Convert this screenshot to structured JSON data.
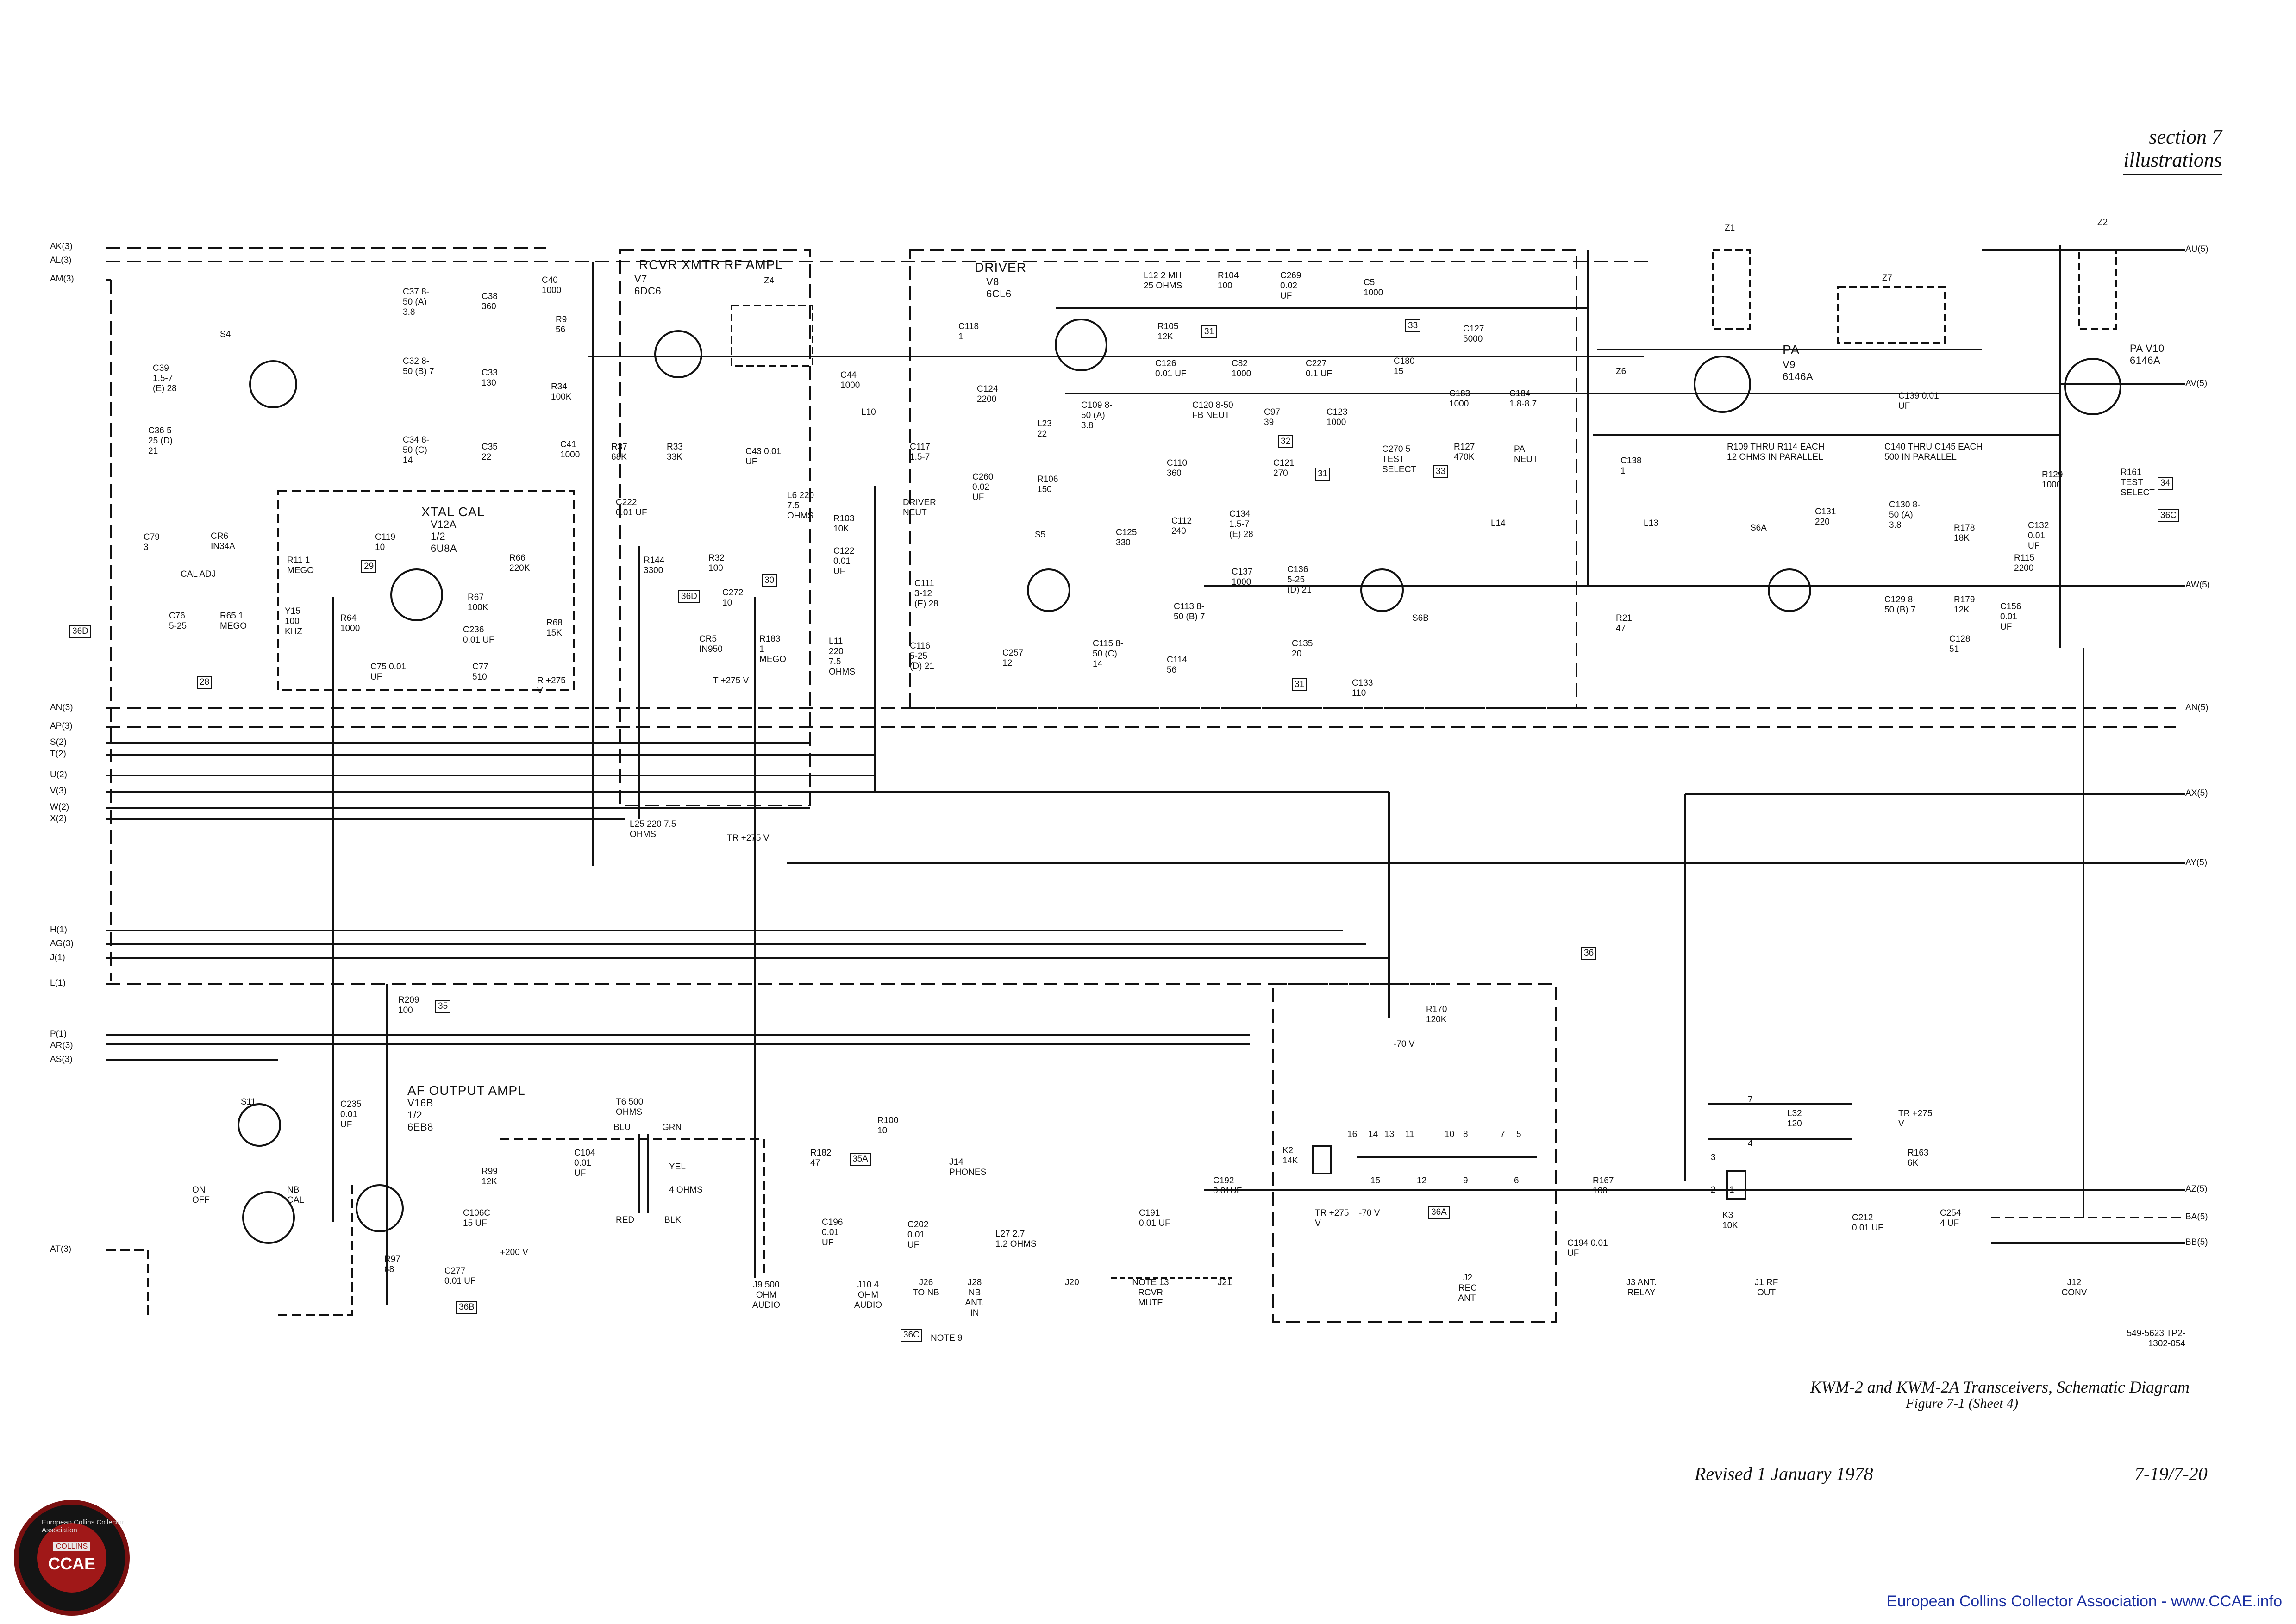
{
  "header": {
    "section": "section 7",
    "title": "illustrations"
  },
  "blocks": {
    "rcvr_xmtr": "RCVR XMTR RF AMPL",
    "driver": "DRIVER",
    "xtal_cal": "XTAL CAL",
    "af_output": "AF OUTPUT AMPL",
    "pa": "PA"
  },
  "tubes": {
    "v7": "V7 6DC6",
    "v8": "V8 6CL6",
    "v9": "V9 6146A",
    "v10": "PA V10 6146A",
    "v12a": "V12A 1/2 6U8A",
    "v16b": "V16B 1/2 6EB8"
  },
  "components": {
    "c37": "C37 8-50 (A) 3.8",
    "c38": "C38 360",
    "c32": "C32 8-50 (B) 7",
    "c33": "C33 130",
    "c34": "C34 8-50 (C) 14",
    "c35": "C35 22",
    "c39": "C39 1.5-7 (E) 28",
    "c36": "C36 5-25 (D) 21",
    "c40": "C40 1000",
    "r9": "R9 56",
    "r34": "R34 100K",
    "c41": "C41 1000",
    "r37": "R37 68K",
    "r33": "R33 33K",
    "c43": "C43 0.01 UF",
    "c44": "C44 1000",
    "l10": "L10",
    "c117": "C117 1.5-7",
    "driver_neut": "DRIVER NEUT",
    "c118": "C118 1",
    "c124": "C124 2200",
    "l12": "L12 2 MH 25 OHMS",
    "r104": "R104 100",
    "c269": "C269 0.02 UF",
    "c5": "C5 1000",
    "r105": "R105 12K",
    "c126": "C126 0.01 UF",
    "c227": "C227 0.1 UF",
    "c82": "C82 1000",
    "c109": "C109 8-50 (A) 3.8",
    "c120": "C120 8-50 FB NEUT",
    "c97": "C97 39",
    "c123": "C123 1000",
    "c180": "C180 15",
    "c127": "C127 5000",
    "c183": "C183 1000",
    "c184": "C184 1.8-8.7",
    "c270": "C270 5 TEST SELECT",
    "r127": "R127 470K",
    "pa_neut": "PA NEUT",
    "c138": "C138 1",
    "l23": "L23 22",
    "c260": "C260 0.02 UF",
    "r106": "R106 150",
    "c110": "C110 360",
    "c121": "C121 270",
    "c125": "C125 330",
    "c112": "C112 240",
    "c134": "C134 1.5-7 (E) 28",
    "c137": "C137 1000",
    "c111": "C111 3-12 (E) 28",
    "c116": "C116 5-25 (D) 21",
    "c257": "C257 12",
    "c115": "C115 8-50 (C) 14",
    "c113": "C113 8-50 (B) 7",
    "c114": "C114 56",
    "c136": "C136 5-25 (D) 21",
    "c135": "C135 20",
    "c133": "C133 110",
    "l14": "L14",
    "l13": "L13",
    "r21": "R21 47",
    "c131": "C131 220",
    "c130": "C130 8-50 (A) 3.8",
    "r178": "R178 18K",
    "c129": "C129 8-50 (B) 7",
    "r179": "R179 12K",
    "c128": "C128 51",
    "r115": "R115 2200",
    "c156": "C156 0.01 UF",
    "c139": "C139 0.01 UF",
    "r109": "R109 THRU R114 EACH 12 OHMS IN PARALLEL",
    "c140": "C140 THRU C145 EACH 500 IN PARALLEL",
    "r129": "R129 1000",
    "r161": "R161 TEST SELECT",
    "c132": "C132 0.01 UF",
    "z1": "Z1",
    "z2": "Z2",
    "z6": "Z6",
    "z7": "Z7",
    "z4": "Z4",
    "c79": "C79 3",
    "cr6": "CR6 IN34A",
    "cal_adj": "CAL ADJ",
    "c76": "C76 5-25",
    "r65": "R65 1 MEGO",
    "r11": "R11 1 MEGO",
    "c119": "C119 10",
    "r66": "R66 220K",
    "r67": "R67 100K",
    "r64": "R64 1000",
    "y15": "Y15 100 KHZ",
    "c236": "C236 0.01 UF",
    "r68": "R68 15K",
    "c75": "C75 0.01 UF",
    "c77": "C77 510",
    "r275": "R +275 V",
    "c222": "C222 0.01 UF",
    "r144": "R144 3300",
    "r32": "R32 100",
    "l6": "L6 220 7.5 OHMS",
    "cr5": "CR5 IN950",
    "c272": "C272 10",
    "r183": "R183 1 MEGO",
    "t275": "T +275 V",
    "r103": "R103 10K",
    "c122": "C122 0.01 UF",
    "l11": "L11 220 7.5 OHMS",
    "l25": "L25 220 7.5 OHMS",
    "tr275": "TR +275 V",
    "r209": "R209 100",
    "c235": "C235 0.01 UF",
    "t6": "T6 500 OHMS",
    "c104": "C104 0.01 UF",
    "r99": "R99 12K",
    "c106c": "C106C 15 UF",
    "c277": "C277 0.01 UF",
    "r97": "R97 68",
    "plus200": "+200 V",
    "r182": "R182 47",
    "r100": "R100 10",
    "c196": "C196 0.01 UF",
    "c202": "C202 0.01 UF",
    "l27": "L27 2.7 1.2 OHMS",
    "c191": "C191 0.01 UF",
    "c192": "C192 0.01UF",
    "r170": "R170 120K",
    "minus70": "-70 V",
    "k2": "K2 14K",
    "r167": "R167 100",
    "c194": "C194 0.01 UF",
    "l32": "L32 120",
    "r163": "R163 6K",
    "k3": "K3 10K",
    "c212": "C212 0.01 UF",
    "c254": "C254 4 UF",
    "s4": "S4",
    "s5": "S5",
    "s6a": "S6A",
    "s6b": "S6B",
    "s11": "S11",
    "on_off": "ON OFF",
    "nb_cal": "NB CAL"
  },
  "transformer_taps": {
    "blu": "BLU",
    "grn": "GRN",
    "yel": "YEL",
    "ohms4": "4 OHMS",
    "red": "RED",
    "blk": "BLK"
  },
  "relay_pins": {
    "k2": [
      "16",
      "14",
      "13",
      "11",
      "10",
      "8",
      "7",
      "5",
      "15",
      "12",
      "9",
      "6"
    ],
    "k2_supply": "TR +275 V",
    "k2_neg": "-70 V",
    "k3": [
      "7",
      "4",
      "3",
      "2",
      "1"
    ],
    "k3_supply": "TR +275 V"
  },
  "jacks": {
    "j9": "J9 500 OHM AUDIO",
    "j10": "J10 4 OHM AUDIO",
    "j26": "J26 TO NB",
    "j28": "J28 NB ANT. IN",
    "j14": "J14 PHONES",
    "j20": "J20",
    "note13": "NOTE 13 RCVR MUTE",
    "j21": "J21",
    "j2": "J2 REC ANT.",
    "j3": "J3 ANT. RELAY",
    "j1": "J1 RF OUT",
    "j12": "J12 CONV",
    "note9": "NOTE 9"
  },
  "ref_tags": [
    "36D",
    "28",
    "29",
    "36D",
    "30",
    "31",
    "32",
    "31",
    "33",
    "33",
    "31",
    "34",
    "36C",
    "35",
    "36B",
    "35A",
    "36C",
    "36",
    "36A"
  ],
  "left_connections": [
    "AK(3)",
    "AL(3)",
    "AM(3)",
    "AN(3)",
    "AP(3)",
    "S(2)",
    "T(2)",
    "U(2)",
    "V(3)",
    "W(2)",
    "X(2)",
    "H(1)",
    "AG(3)",
    "J(1)",
    "L(1)",
    "P(1)",
    "AR(3)",
    "AS(3)",
    "AT(3)"
  ],
  "right_connections": [
    "AU(5)",
    "AV(5)",
    "AW(5)",
    "AN(5)",
    "AX(5)",
    "AY(5)",
    "AZ(5)",
    "BA(5)",
    "BB(5)"
  ],
  "drawing_number": "549-5623 TP2-1302-054",
  "caption": {
    "line1": "KWM-2 and KWM-2A Transceivers, Schematic Diagram",
    "line2": "Figure 7-1 (Sheet 4)"
  },
  "footer": {
    "revised": "Revised 1 January 1978",
    "page": "7-19/7-20",
    "credit": "European Collins Collector Association - www.CCAE.info"
  },
  "logo": {
    "ring": "European Collins Collector Association",
    "badge": "COLLINS",
    "text": "CCAE"
  }
}
